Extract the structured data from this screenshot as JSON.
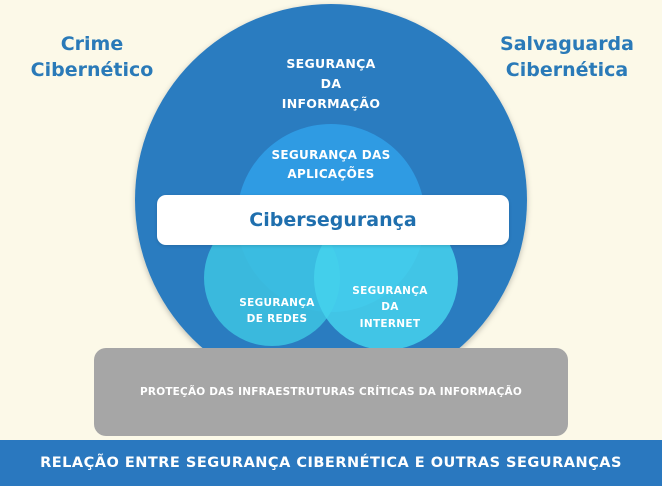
{
  "labels": {
    "left_title": [
      "Crime",
      "Cibernético"
    ],
    "right_title": [
      "Salvaguarda",
      "Cibernética"
    ],
    "info_security": [
      "SEGURANÇA",
      "DA",
      "INFORMAÇÃO"
    ],
    "app_security": [
      "SEGURANÇA DAS",
      "APLICAÇÕES"
    ],
    "cybersecurity": "Cibersegurança",
    "network_security": [
      "SEGURANÇA",
      "DE REDES"
    ],
    "internet_security": [
      "SEGURANÇA",
      "DA",
      "INTERNET"
    ],
    "infrastructure": "PROTEÇÃO DAS INFRAESTRUTURAS CRÍTICAS DA INFORMAÇÃO",
    "footer": "RELAÇÃO ENTRE SEGURANÇA CIBERNÉTICA E OUTRAS SEGURANÇAS"
  },
  "colors": {
    "background": "#fcf9e8",
    "outer_circle": "#2b7bc0",
    "app_circle": "#2f9be3",
    "network_circle": "#3cc0e0",
    "internet_circle": "#45d2ec",
    "title_text": "#2a7ab8",
    "center_bar_text": "#1f6fae",
    "infra_box": "#a6a6a6",
    "footer_bar": "#2a78bf"
  }
}
